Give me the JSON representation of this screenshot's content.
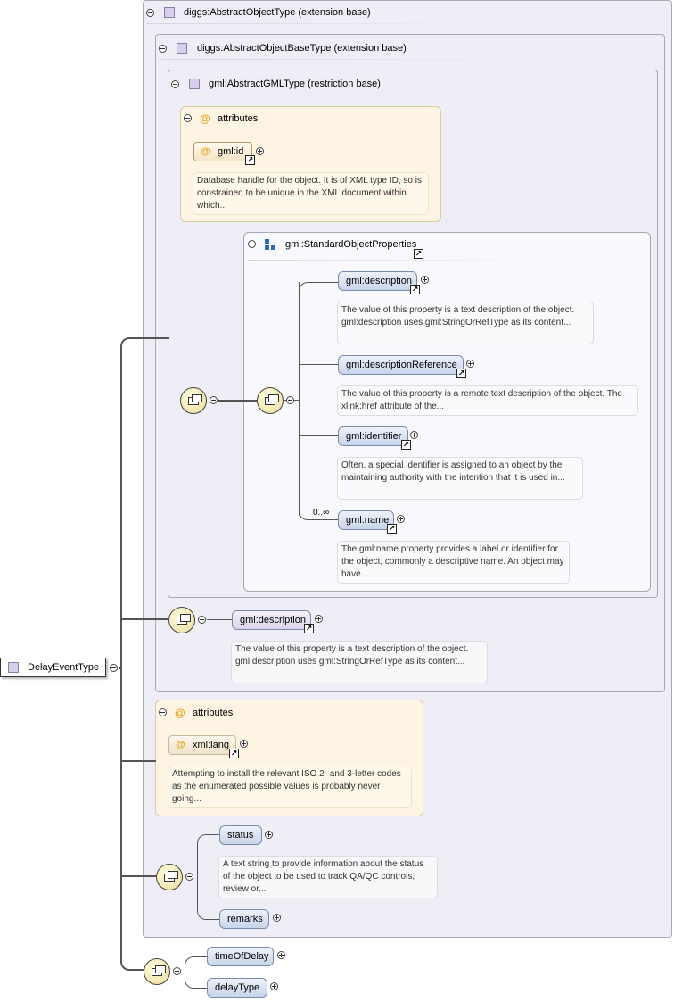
{
  "root": {
    "label": "DelayEventType"
  },
  "panels": {
    "abstract_object": "diggs:AbstractObjectType (extension base)",
    "abstract_object_base": "diggs:AbstractObjectBaseType (extension base)",
    "abstract_gml": "gml:AbstractGMLType (restriction base)",
    "attributes_title": "attributes",
    "standard_props": "gml:StandardObjectProperties"
  },
  "gml_attrs": {
    "id_label": "gml:id",
    "id_doc": "Database handle for the object. It is of XML type ID, so is constrained to be unique in the XML document within which..."
  },
  "std_props": [
    {
      "label": "gml:description",
      "doc": "The value of this property is a text description of the object. gml:description uses gml:StringOrRefType as its content..."
    },
    {
      "label": "gml:descriptionReference",
      "doc": "The value of this property is a remote text description of the object. The xlink:href attribute of the..."
    },
    {
      "label": "gml:identifier",
      "doc": "Often, a special identifier is assigned to an object by the maintaining authority with the intention that it is used in..."
    },
    {
      "label": "gml:name",
      "doc": "The gml:name property provides a label or identifier for the object, commonly a descriptive name. An object may have...",
      "cardinality": "0..∞"
    }
  ],
  "base_desc": {
    "label": "gml:description",
    "doc": "The value of this property is a text description of the object. gml:description uses gml:StringOrRefType as its content..."
  },
  "lang_attrs": {
    "title": "attributes",
    "lang_label": "xml:lang",
    "lang_doc": "Attempting to install the relevant ISO 2- and 3-letter codes as the enumerated possible values is probably never going..."
  },
  "object_seq": {
    "status_label": "status",
    "status_doc": "A text string to provide information about the status of the object to be used to track QA/QC controls, review or...",
    "remarks_label": "remarks"
  },
  "delay_seq": {
    "time_label": "timeOfDelay",
    "type_label": "delayType"
  },
  "colors": {
    "panel": "#efedf5",
    "attr_panel": "#fdf4e3",
    "element": "#c7d4ea",
    "attr_icon": "#e6a215"
  }
}
